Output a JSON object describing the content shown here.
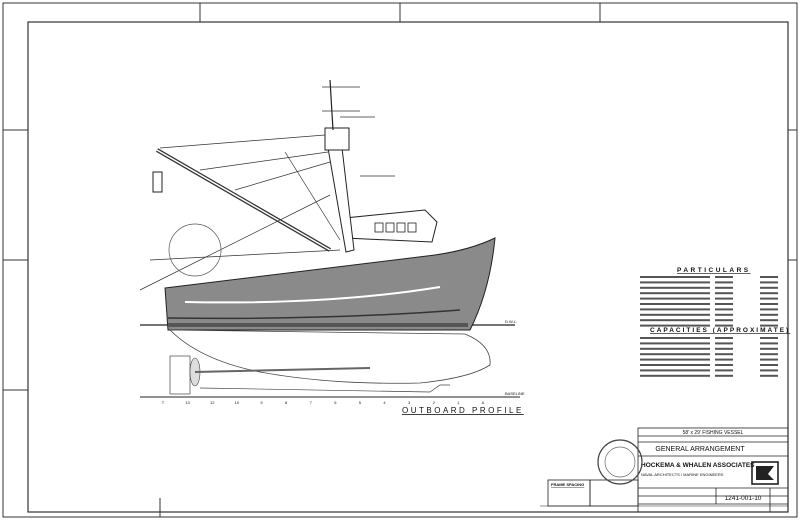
{
  "drawing": {
    "view_title": "OUTBOARD PROFILE",
    "dwl_label": "D.W.L.",
    "baseline_label": "BASELINE",
    "stations": [
      "T",
      "13",
      "12",
      "10",
      "9",
      "8",
      "7",
      "6",
      "5",
      "4",
      "3",
      "2",
      "1",
      "A"
    ]
  },
  "particulars": {
    "title": "PARTICULARS",
    "row_count_visible": 10
  },
  "capacities": {
    "title": "CAPACITIES (APPROXIMATE)",
    "row_count_visible": 8
  },
  "title_block": {
    "vessel": "58' x 29' FISHING VESSEL",
    "drawing_title": "GENERAL ARRANGEMENT",
    "firm": "HOCKEMA & WHALEN ASSOCIATES",
    "firm_subtitle": "NAVAL ARCHITECTS / MARINE ENGINEERS",
    "drawing_number": "1241-001-10",
    "frame_spacing_title": "FRAME SPACING"
  },
  "colors": {
    "hull": "#8a8a8a",
    "line": "#222222"
  }
}
